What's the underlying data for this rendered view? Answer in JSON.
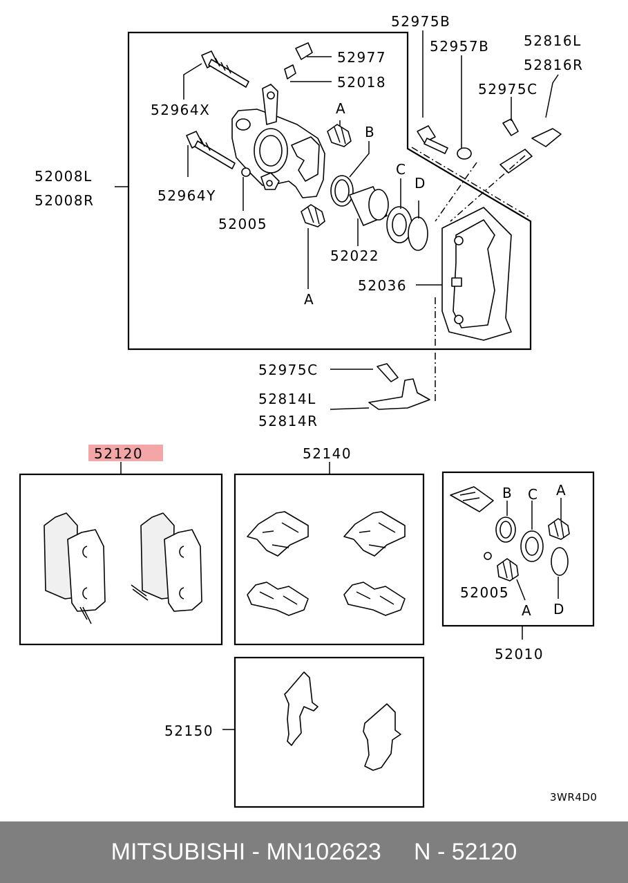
{
  "labels": {
    "p52975B": "52975B",
    "p52957B": "52957B",
    "p52816L": "52816L",
    "p52816R": "52816R",
    "p52977": "52977",
    "p52018": "52018",
    "p52975C_top": "52975C",
    "p52964X": "52964X",
    "p52008L": "52008L",
    "p52008R": "52008R",
    "p52964Y": "52964Y",
    "p52005_top": "52005",
    "p52022": "52022",
    "p52036": "52036",
    "p52975C_bot": "52975C",
    "p52814L": "52814L",
    "p52814R": "52814R",
    "p52120": "52120",
    "p52140": "52140",
    "p52005_kit": "52005",
    "p52010": "52010",
    "p52150": "52150",
    "A_top1": "A",
    "A_top2": "A",
    "B_top": "B",
    "C_top": "C",
    "D_top": "D",
    "B_kit": "B",
    "C_kit": "C",
    "A_kit1": "A",
    "A_kit2": "A",
    "D_kit": "D",
    "diagram_code": "3WR4D0"
  },
  "highlight_color": "#f4a6a6",
  "footer": {
    "text": "MITSUBISHI - MN102623     N - 52120"
  }
}
